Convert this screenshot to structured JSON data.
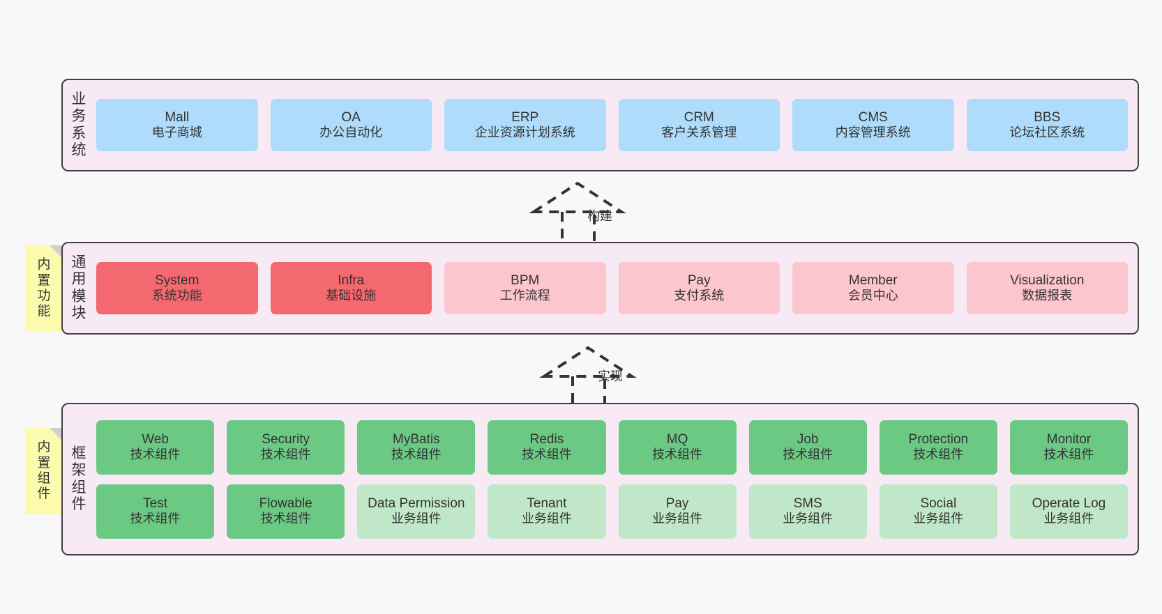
{
  "layers": [
    {
      "key": "business",
      "label_chars": [
        "业",
        "务",
        "系",
        "统"
      ],
      "rows": [
        [
          {
            "title": "Mall",
            "subtitle": "电子商城",
            "color": "#aedcfa"
          },
          {
            "title": "OA",
            "subtitle": "办公自动化",
            "color": "#aedcfa"
          },
          {
            "title": "ERP",
            "subtitle": "企业资源计划系统",
            "color": "#aedcfa"
          },
          {
            "title": "CRM",
            "subtitle": "客户关系管理",
            "color": "#aedcfa"
          },
          {
            "title": "CMS",
            "subtitle": "内容管理系统",
            "color": "#aedcfa"
          },
          {
            "title": "BBS",
            "subtitle": "论坛社区系统",
            "color": "#aedcfa"
          }
        ]
      ]
    },
    {
      "key": "common",
      "label_chars": [
        "通",
        "用",
        "模",
        "块"
      ],
      "rows": [
        [
          {
            "title": "System",
            "subtitle": "系统功能",
            "color": "#f4696f"
          },
          {
            "title": "Infra",
            "subtitle": "基础设施",
            "color": "#f4696f"
          },
          {
            "title": "BPM",
            "subtitle": "工作流程",
            "color": "#fbc6cd"
          },
          {
            "title": "Pay",
            "subtitle": "支付系统",
            "color": "#fbc6cd"
          },
          {
            "title": "Member",
            "subtitle": "会员中心",
            "color": "#fbc6cd"
          },
          {
            "title": "Visualization",
            "subtitle": "数据报表",
            "color": "#fbc6cd"
          }
        ]
      ]
    },
    {
      "key": "frame",
      "label_chars": [
        "框",
        "架",
        "组",
        "件"
      ],
      "rows": [
        [
          {
            "title": "Web",
            "subtitle": "技术组件",
            "color": "#6cc984"
          },
          {
            "title": "Security",
            "subtitle": "技术组件",
            "color": "#6cc984"
          },
          {
            "title": "MyBatis",
            "subtitle": "技术组件",
            "color": "#6cc984"
          },
          {
            "title": "Redis",
            "subtitle": "技术组件",
            "color": "#6cc984"
          },
          {
            "title": "MQ",
            "subtitle": "技术组件",
            "color": "#6cc984"
          },
          {
            "title": "Job",
            "subtitle": "技术组件",
            "color": "#6cc984"
          },
          {
            "title": "Protection",
            "subtitle": "技术组件",
            "color": "#6cc984"
          },
          {
            "title": "Monitor",
            "subtitle": "技术组件",
            "color": "#6cc984"
          }
        ],
        [
          {
            "title": "Test",
            "subtitle": "技术组件",
            "color": "#6cc984"
          },
          {
            "title": "Flowable",
            "subtitle": "技术组件",
            "color": "#6cc984"
          },
          {
            "title": "Data Permission",
            "subtitle": "业务组件",
            "color": "#bfe7c8"
          },
          {
            "title": "Tenant",
            "subtitle": "业务组件",
            "color": "#bfe7c8"
          },
          {
            "title": "Pay",
            "subtitle": "业务组件",
            "color": "#bfe7c8"
          },
          {
            "title": "SMS",
            "subtitle": "业务组件",
            "color": "#bfe7c8"
          },
          {
            "title": "Social",
            "subtitle": "业务组件",
            "color": "#bfe7c8"
          },
          {
            "title": "Operate Log",
            "subtitle": "业务组件",
            "color": "#bfe7c8"
          }
        ]
      ]
    }
  ],
  "notes": [
    {
      "key": "common",
      "chars": [
        "内",
        "置",
        "功",
        "能"
      ]
    },
    {
      "key": "frame",
      "chars": [
        "内",
        "置",
        "组",
        "件"
      ]
    }
  ],
  "connectors": [
    {
      "key": "build",
      "label": "构建"
    },
    {
      "key": "impl",
      "label": "实现"
    }
  ],
  "colors": {
    "canvas_background": "#f8f8f8",
    "layer_background": "#f8eaf4",
    "layer_border": "#463c46",
    "note_background": "#fcfbad",
    "note_fold": "#cfcfcf",
    "connector_stroke": "#333333",
    "text": "#333333"
  }
}
